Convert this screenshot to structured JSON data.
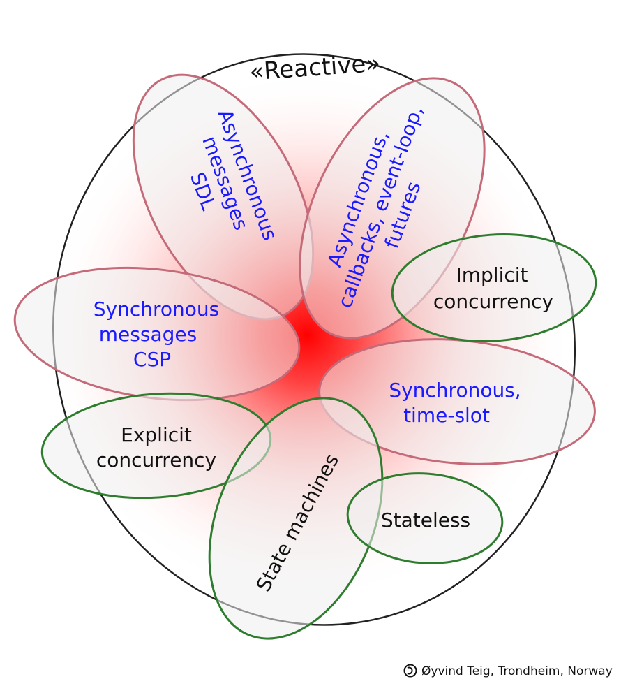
{
  "title": "«Reactive»",
  "regions": {
    "async_sdl": {
      "lines": [
        "Asynchronous",
        "messages",
        "SDL"
      ]
    },
    "async_callbacks": {
      "lines": [
        "Asynchronous,",
        "callbacks, event-loop,",
        "futures"
      ]
    },
    "implicit": {
      "lines": [
        "Implicit",
        "concurrency"
      ]
    },
    "sync_csp": {
      "lines": [
        "Synchronous",
        "messages",
        "CSP"
      ]
    },
    "sync_timeslot": {
      "lines": [
        "Synchronous,",
        "time-slot"
      ]
    },
    "explicit": {
      "lines": [
        "Explicit",
        "concurrency"
      ]
    },
    "state_machines": {
      "lines": [
        "State machines"
      ]
    },
    "stateless": {
      "lines": [
        "Stateless"
      ]
    }
  },
  "credit": {
    "icon": "copyleft-icon",
    "text": "Øyvind Teig, Trondheim, Norway"
  },
  "colors": {
    "messaging_outline": "#c46a78",
    "concurrency_outline": "#2e7d2e",
    "messaging_text": "#1a1aff",
    "concurrency_text": "#111111",
    "center_glow": "#ff0000",
    "bubble_fill": "#f0eeee"
  }
}
